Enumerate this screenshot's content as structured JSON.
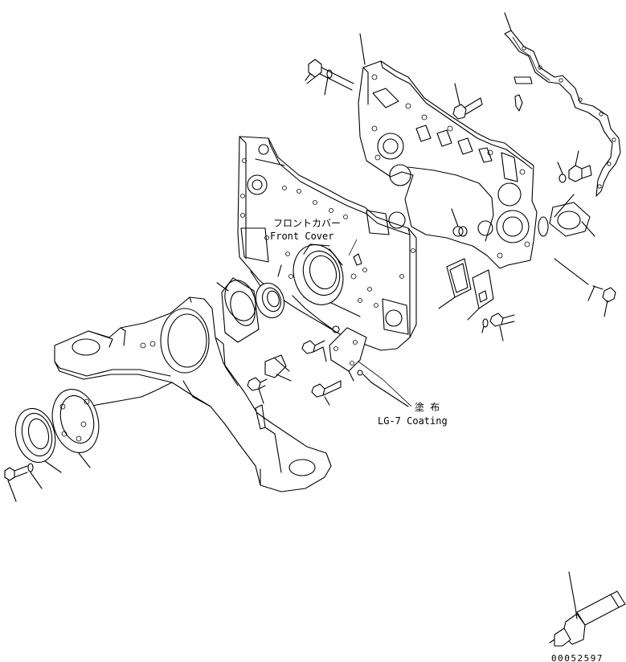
{
  "diagram": {
    "front_cover_jp": "フロントカバー",
    "front_cover_en": "Front Cover",
    "coating_jp": "塗 布",
    "coating_en": "LG-7 Coating",
    "drawing_code": "00052597"
  }
}
